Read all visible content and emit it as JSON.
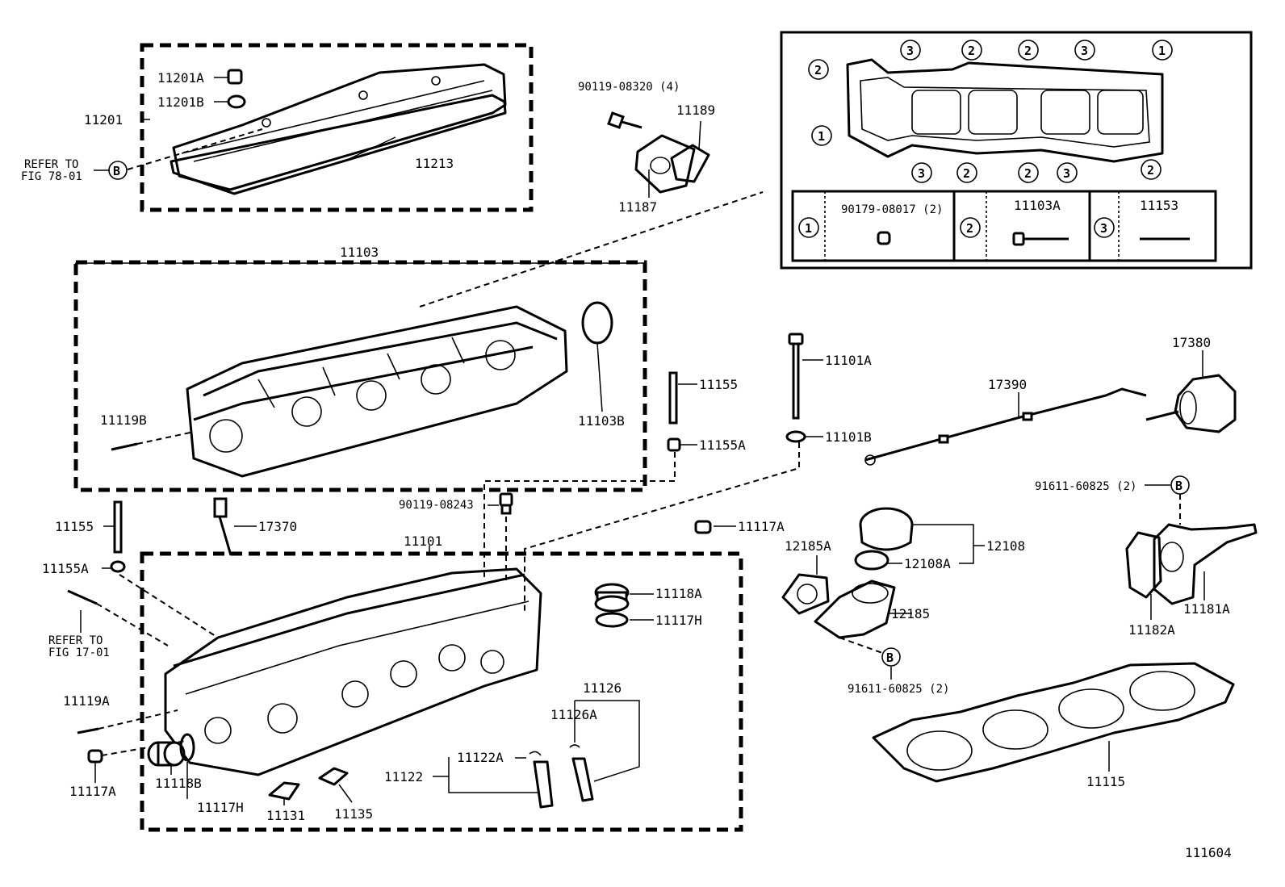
{
  "figure_number": "111604",
  "labels": {
    "l11201A": "11201A",
    "l11201B": "11201B",
    "l11201": "11201",
    "l11213": "11213",
    "refer_b_line1": "REFER TO",
    "refer_b_line2": "FIG 78-01",
    "l90119_08320": "90119-08320 (4)",
    "l11189": "11189",
    "l11187": "11187",
    "l11103": "11103",
    "l11119B": "11119B",
    "l11103B": "11103B",
    "l11155_top": "11155",
    "l11155A_top": "11155A",
    "l11101A": "11101A",
    "l11101B": "11101B",
    "l17390": "17390",
    "l17380": "17380",
    "l11155_left": "11155",
    "l17370": "17370",
    "l90119_08243": "90119-08243",
    "l11101": "11101",
    "l11117A_top": "11117A",
    "l11155A_left": "11155A",
    "refer_1701_line1": "REFER TO",
    "refer_1701_line2": "FIG 17-01",
    "l11118A": "11118A",
    "l11117H_right": "11117H",
    "l11126": "11126",
    "l11126A": "11126A",
    "l11119A": "11119A",
    "l11122A": "11122A",
    "l11122": "11122",
    "l11117A_bot": "11117A",
    "l11118B": "11118B",
    "l11117H_bot": "11117H",
    "l11131": "11131",
    "l11135": "11135",
    "l12185A": "12185A",
    "l12108": "12108",
    "l12108A": "12108A",
    "l12185": "12185",
    "l91611_top": "91611-60825 (2)",
    "l91611_bot": "91611-60825 (2)",
    "l11181A": "11181A",
    "l11182A": "11182A",
    "l11115": "11115"
  },
  "callout_letter": "B",
  "bolt_table": {
    "row": [
      {
        "marker": "1",
        "part": "90179-08017 (2)"
      },
      {
        "marker": "2",
        "part": "11103A"
      },
      {
        "marker": "3",
        "part": "11153"
      }
    ]
  },
  "gasket_markers": {
    "top": [
      "3",
      "2",
      "2",
      "3",
      "1"
    ],
    "left": [
      "2",
      "1"
    ],
    "bottom": [
      "3",
      "2",
      "2",
      "3",
      "2"
    ]
  }
}
